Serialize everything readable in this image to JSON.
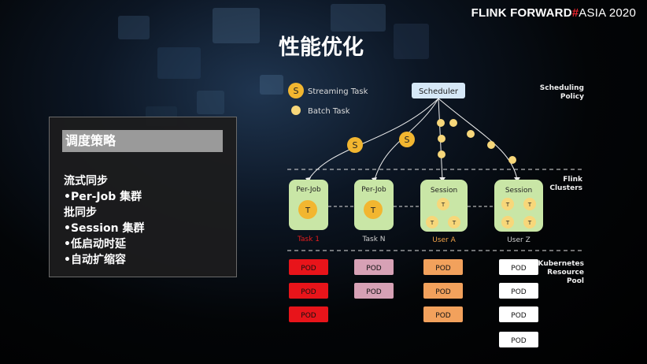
{
  "brand": {
    "part1": "FLINK FORWARD",
    "hash": "#",
    "part2": "ASIA 2020"
  },
  "title": "性能优化",
  "strategy": {
    "heading": "调度策略",
    "lines": [
      "流式同步",
      "•Per-Job 集群",
      "批同步",
      "•Session 集群",
      "•低启动时延",
      "•自动扩缩容"
    ]
  },
  "legend": {
    "streaming_symbol": "S",
    "streaming_label": "Streaming Task",
    "batch_label": "Batch Task"
  },
  "scheduler": "Scheduler",
  "layers": {
    "scheduling": [
      "Scheduling",
      "Policy"
    ],
    "flink": [
      "Flink",
      "Clusters"
    ],
    "k8s": [
      "Kubernetes",
      "Resource",
      "Pool"
    ]
  },
  "clusters": [
    {
      "name": "Per-Job",
      "task_symbol": "T",
      "caption": "Task 1"
    },
    {
      "name": "Per-Job",
      "task_symbol": "T",
      "caption": "Task N"
    },
    {
      "name": "Session",
      "task_symbol": "T",
      "caption": "User A"
    },
    {
      "name": "Session",
      "task_symbol": "T",
      "caption": "User Z"
    }
  ],
  "pods": {
    "label": "POD",
    "columns": [
      {
        "count": 3,
        "color": "#e8141a",
        "text_color": "#111111"
      },
      {
        "count": 2,
        "color": "#d7a1b5",
        "text_color": "#111111"
      },
      {
        "count": 3,
        "color": "#f2a15c",
        "text_color": "#111111"
      },
      {
        "count": 4,
        "color": "#ffffff",
        "text_color": "#111111"
      }
    ]
  },
  "colors": {
    "caption_red": "#e81c1c",
    "caption_orange": "#f5a54a",
    "caption_gray": "#d0d0d0",
    "cluster_fill": "#c9e6a6",
    "task_orange": "#f2b630",
    "batch_dot": "#f7d77a",
    "scheduler_fill": "#d6e8f7"
  }
}
